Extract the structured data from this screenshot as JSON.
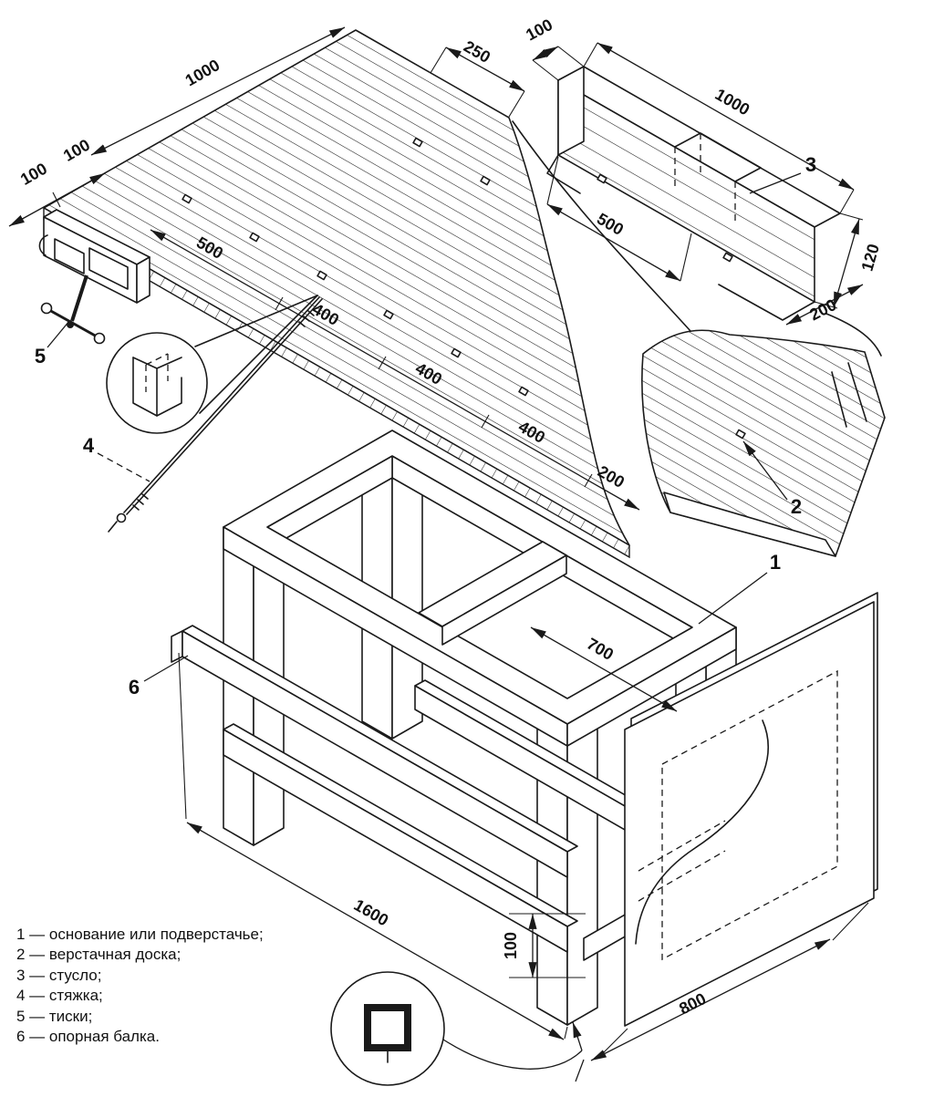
{
  "legend": {
    "items": [
      "1 — основание или подверстачье;",
      "2 — верстачная доска;",
      "3 — стусло;",
      "4 — стяжка;",
      "5 — тиски;",
      "6 — опорная балка."
    ]
  },
  "dims": {
    "benchtop_length": "1000",
    "benchtop_end": "250",
    "benchtop_left_a": "100",
    "benchtop_left_b": "100",
    "chain": [
      "500",
      "400",
      "400",
      "400",
      "200"
    ],
    "frame_inner": "700",
    "frame_length": "1600",
    "side_panel": "800",
    "leg_bottom": "100",
    "miter_end": "100",
    "miter_length": "1000",
    "miter_half": "500",
    "miter_height": "120",
    "miter_offset": "200"
  },
  "parts": {
    "base": "1",
    "board": "2",
    "miter": "3",
    "tie": "4",
    "vise": "5",
    "beam": "6"
  }
}
